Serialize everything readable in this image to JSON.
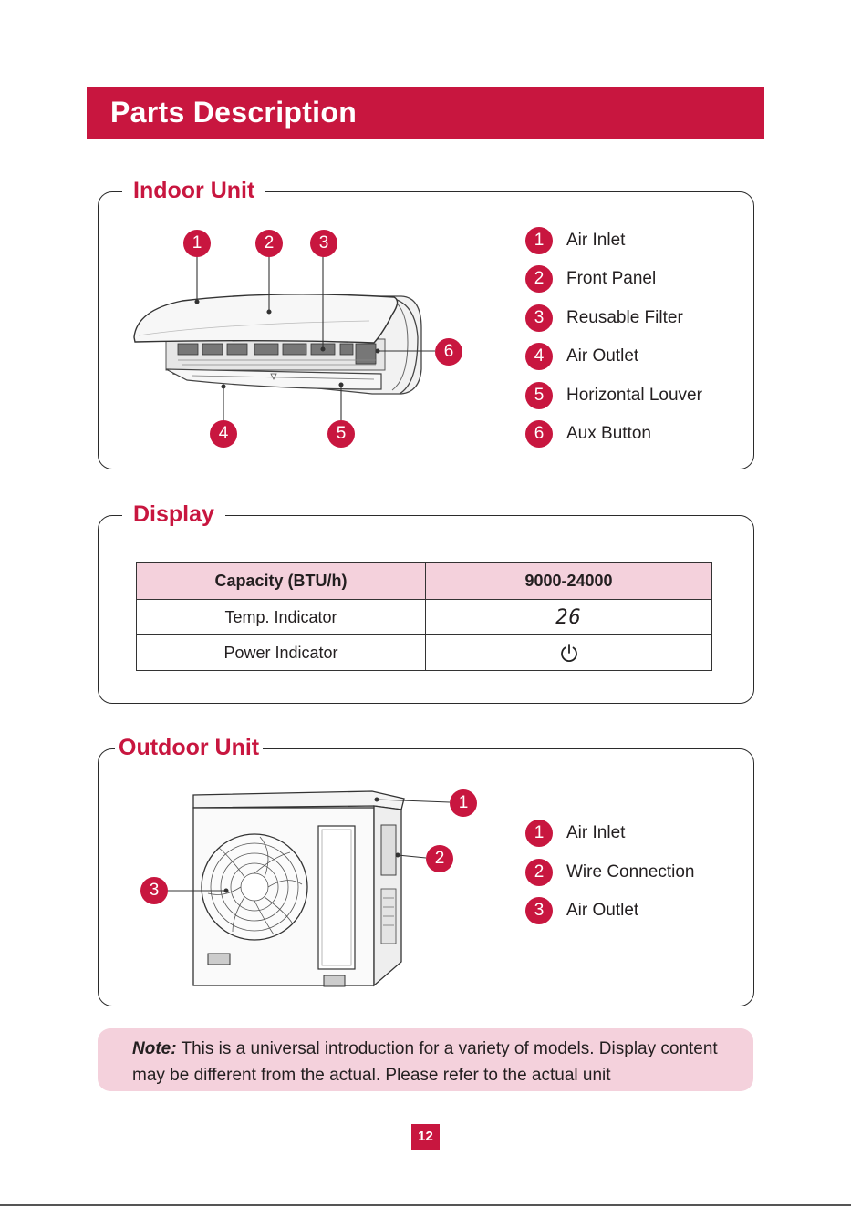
{
  "header": {
    "title": "Parts Description"
  },
  "indoor": {
    "title": "Indoor Unit",
    "callouts": [
      "1",
      "2",
      "3",
      "4",
      "5",
      "6"
    ],
    "legend": [
      {
        "num": "1",
        "label": "Air Inlet"
      },
      {
        "num": "2",
        "label": "Front Panel"
      },
      {
        "num": "3",
        "label": "Reusable Filter"
      },
      {
        "num": "4",
        "label": "Air Outlet"
      },
      {
        "num": "5",
        "label": "Horizontal Louver"
      },
      {
        "num": "6",
        "label": "Aux Button"
      }
    ]
  },
  "display": {
    "title": "Display",
    "header": [
      "Capacity (BTU/h)",
      "9000-24000"
    ],
    "rows": [
      {
        "label": "Temp. Indicator",
        "value": "26"
      },
      {
        "label": "Power Indicator",
        "value_icon": "power-icon"
      }
    ]
  },
  "outdoor": {
    "title": "Outdoor Unit",
    "callouts": [
      "1",
      "2",
      "3"
    ],
    "legend": [
      {
        "num": "1",
        "label": "Air Inlet"
      },
      {
        "num": "2",
        "label": "Wire Connection"
      },
      {
        "num": "3",
        "label": "Air Outlet"
      }
    ]
  },
  "note": {
    "label": "Note:",
    "text": " This is a universal introduction for a variety of models. Display content may be different from the actual. Please refer to the actual unit"
  },
  "page_number": "12",
  "colors": {
    "accent": "#c8163f",
    "pink": "#f4d1dc"
  }
}
